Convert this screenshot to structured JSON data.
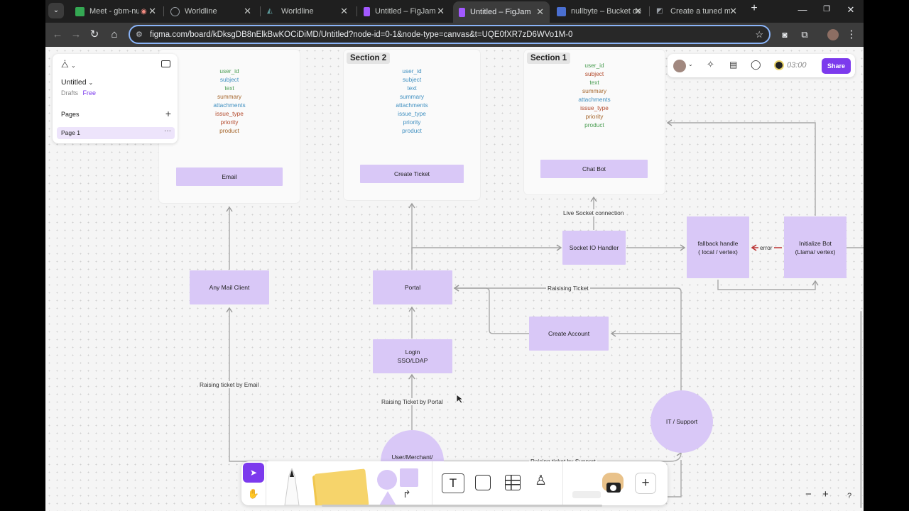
{
  "browser": {
    "tabs": [
      {
        "title": "Meet - gbm-nuvi",
        "favicon_color": "#34a853",
        "active": false
      },
      {
        "title": "Worldline",
        "favicon_color": "#9aa0a6",
        "active": false
      },
      {
        "title": "Worldline",
        "favicon_color": "#5f9ea0",
        "active": false
      },
      {
        "title": "Untitled – FigJam",
        "favicon_color": "#a259ff",
        "active": false
      },
      {
        "title": "Untitled – FigJam",
        "favicon_color": "#a259ff",
        "active": true
      },
      {
        "title": "nullbyte – Bucket de",
        "favicon_color": "#8ab4f8",
        "active": false
      },
      {
        "title": "Create a tuned mode",
        "favicon_color": "#9aa0a6",
        "active": false
      }
    ],
    "url": "figma.com/board/kDksgDB8nElkBwKOCiDiMD/Untitled?node-id=0-1&node-type=canvas&t=UQE0fXR7zD6WVo1M-0"
  },
  "figma": {
    "file_name": "Untitled",
    "drafts_label": "Drafts",
    "plan_label": "Free",
    "pages_heading": "Pages",
    "current_page": "Page 1",
    "timer": "03:00",
    "share_label": "Share",
    "accent": "#7c3aed"
  },
  "board": {
    "section2_label": "Section 2",
    "section1_label": "Section 1",
    "email_fields": [
      "user_id",
      "subject",
      "text",
      "summary",
      "attachments",
      "issue_type",
      "priority",
      "product"
    ],
    "ticket_fields": [
      "user_id",
      "subject",
      "text",
      "summary",
      "attachments",
      "issue_type",
      "priority",
      "product"
    ],
    "chatbot_fields": [
      "user_id",
      "subject",
      "text",
      "summary",
      "attachments",
      "issue_type",
      "priority",
      "product"
    ],
    "nodes": {
      "email": "Email",
      "create_ticket": "Create Ticket",
      "chat_bot": "Chat Bot",
      "any_mail_client": "Any Mail Client",
      "portal": "Portal",
      "login_line1": "Login",
      "login_line2": "SSO/LDAP",
      "socket_handler": "Socket IO Handler",
      "fallback_line1": "fallback handle",
      "fallback_line2": "( local / vertex)",
      "init_bot_line1": "Initialize Bot",
      "init_bot_line2": "(Llama/ vertex)",
      "create_account": "Create Account",
      "it_support": "IT / Support",
      "user_merchant": "User/Merchant/"
    },
    "connectors": {
      "live_socket": "Live Socket connection",
      "raising_ticket_top": "Raisising Ticket",
      "error": "error",
      "raising_by_email": "Raising ticket by Email",
      "raising_by_portal": "Raising Ticket by Portal",
      "raising_by_support": "Raising ticket by Support"
    },
    "node_color": "#d9c8f7"
  }
}
